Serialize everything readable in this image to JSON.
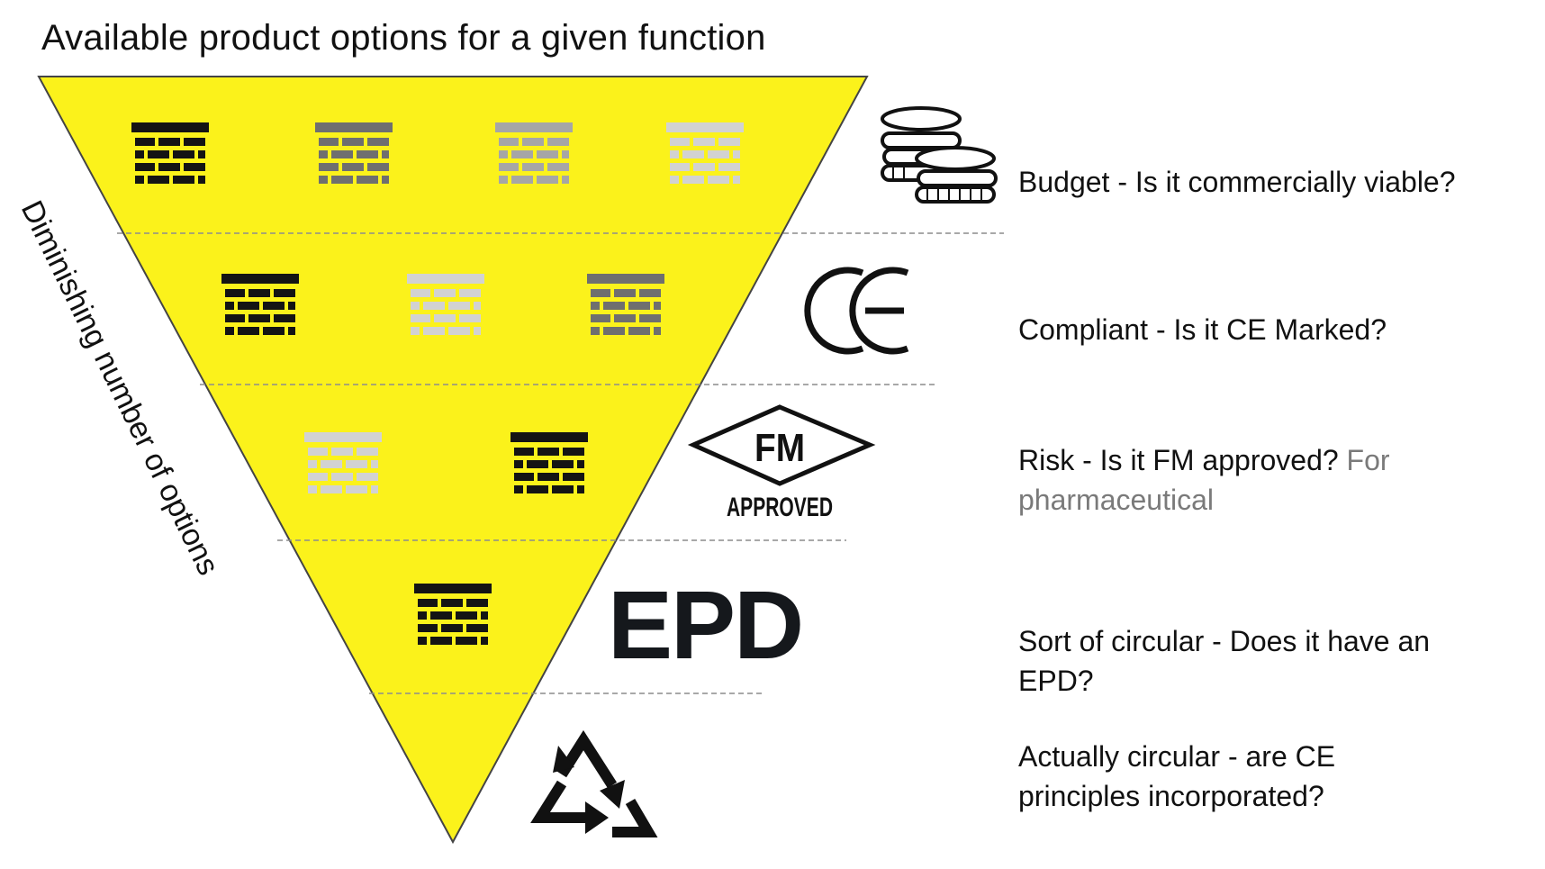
{
  "title": "Available product options for a given function",
  "side_label": "Diminishing number of options",
  "colors": {
    "funnel": "#fbf21b",
    "funnel_stroke": "#444444",
    "divider": "#8c8c8c",
    "text": "#111111",
    "muted_text": "#7a7a7a",
    "brick_shades": [
      "#141414",
      "#6f6f6f",
      "#a6a6a6",
      "#d2d2d2"
    ]
  },
  "tiers": [
    {
      "criterion": "Budget - Is it commercially viable?",
      "icon": "coins-stack-icon",
      "bricks": [
        "#141414",
        "#6f6f6f",
        "#a6a6a6",
        "#d2d2d2"
      ]
    },
    {
      "criterion": "Compliant - Is it CE Marked?",
      "icon": "ce-mark-icon",
      "bricks": [
        "#141414",
        "#d2d2d2",
        "#6f6f6f"
      ]
    },
    {
      "criterion": "Risk - Is it FM approved?",
      "criterion_note": "For pharmaceutical",
      "icon": "fm-approved-icon",
      "icon_text": {
        "top": "FM",
        "bottom": "APPROVED"
      },
      "bricks": [
        "#d2d2d2",
        "#141414"
      ]
    },
    {
      "criterion": "Sort of circular - Does it have an EPD?",
      "icon": "epd-logo",
      "icon_text": "EPD",
      "bricks": [
        "#141414"
      ]
    },
    {
      "criterion": "Actually circular - are CE principles incorporated?",
      "icon": "recycle-icon",
      "bricks": []
    }
  ]
}
